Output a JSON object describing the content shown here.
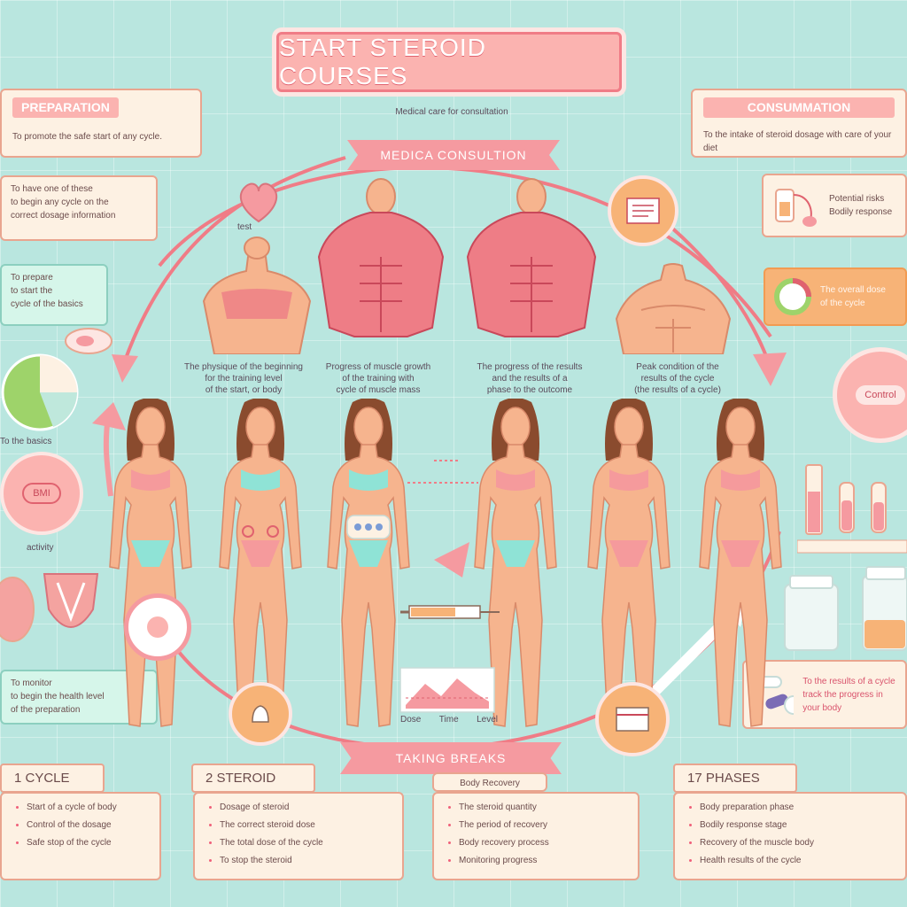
{
  "title": "START STEROID COURSES",
  "left": {
    "header": "PREPARATION",
    "intro_line": "To promote the safe start of any cycle.",
    "card1": [
      "To have one of these",
      "to begin any cycle on the",
      "correct dosage information"
    ],
    "card2": [
      "To prepare",
      "to start the",
      "cycle of the basics"
    ],
    "small_label": "To the basics",
    "badge": "BMI",
    "small_note": "activity",
    "card3": [
      "To monitor",
      "to begin the health level",
      "of the preparation"
    ]
  },
  "right": {
    "header": "CONSUMMATION",
    "intro_line": "To the intake of steroid dosage with care of your diet",
    "card1": [
      "Potential risks",
      "Bodily response"
    ],
    "card2": [
      "The overall dose",
      "of the cycle"
    ],
    "badge": "Control",
    "card3": [
      "To the results of a cycle",
      "track the progress in your body"
    ]
  },
  "center": {
    "top_note": "Medical care for consultation",
    "ribbon_top": "MEDICA CONSULTION",
    "ribbon_bottom": "TAKING BREAKS",
    "ribbon_bottom_sub": "Body Recovery",
    "small_center_label": "test",
    "captions": [
      [
        "The physique of the beginning",
        "for the training level",
        "of the start, or body"
      ],
      [
        "Progress of muscle growth",
        "of the training with",
        "cycle of muscle mass"
      ],
      [
        "The progress of the results",
        "and the results of a",
        "phase to the outcome"
      ],
      [
        "Peak condition of the",
        "results of the cycle",
        "(the results of a cycle)"
      ]
    ],
    "chart_labels": [
      "Dose",
      "Time",
      "Level"
    ]
  },
  "bottom": [
    {
      "tag": "1 CYCLE",
      "items": [
        "Start of a cycle of body",
        "Control of the dosage",
        "Safe stop of the cycle"
      ]
    },
    {
      "tag": "2 STEROID",
      "items": [
        "Dosage of steroid",
        "The correct steroid dose",
        "The total dose of the cycle",
        "To stop the steroid"
      ]
    },
    {
      "tag": "",
      "items": [
        "The steroid quantity",
        "The period of recovery",
        "Body recovery process",
        "Monitoring progress"
      ]
    },
    {
      "tag": "17 PHASES",
      "items": [
        "Body preparation phase",
        "Bodily response stage",
        "Recovery of the muscle body",
        "Health results of the cycle"
      ]
    }
  ],
  "colors": {
    "background": "#b9e6df",
    "accent_pink": "#f59aa0",
    "accent_orange": "#f7b377",
    "card": "#fdf1e3",
    "skin": "#f6b48e",
    "muscle": "#ee7d86",
    "swimwear_pink": "#f59a9c",
    "swimwear_mint": "#8fe3d6",
    "hair": "#8a4b2e"
  }
}
